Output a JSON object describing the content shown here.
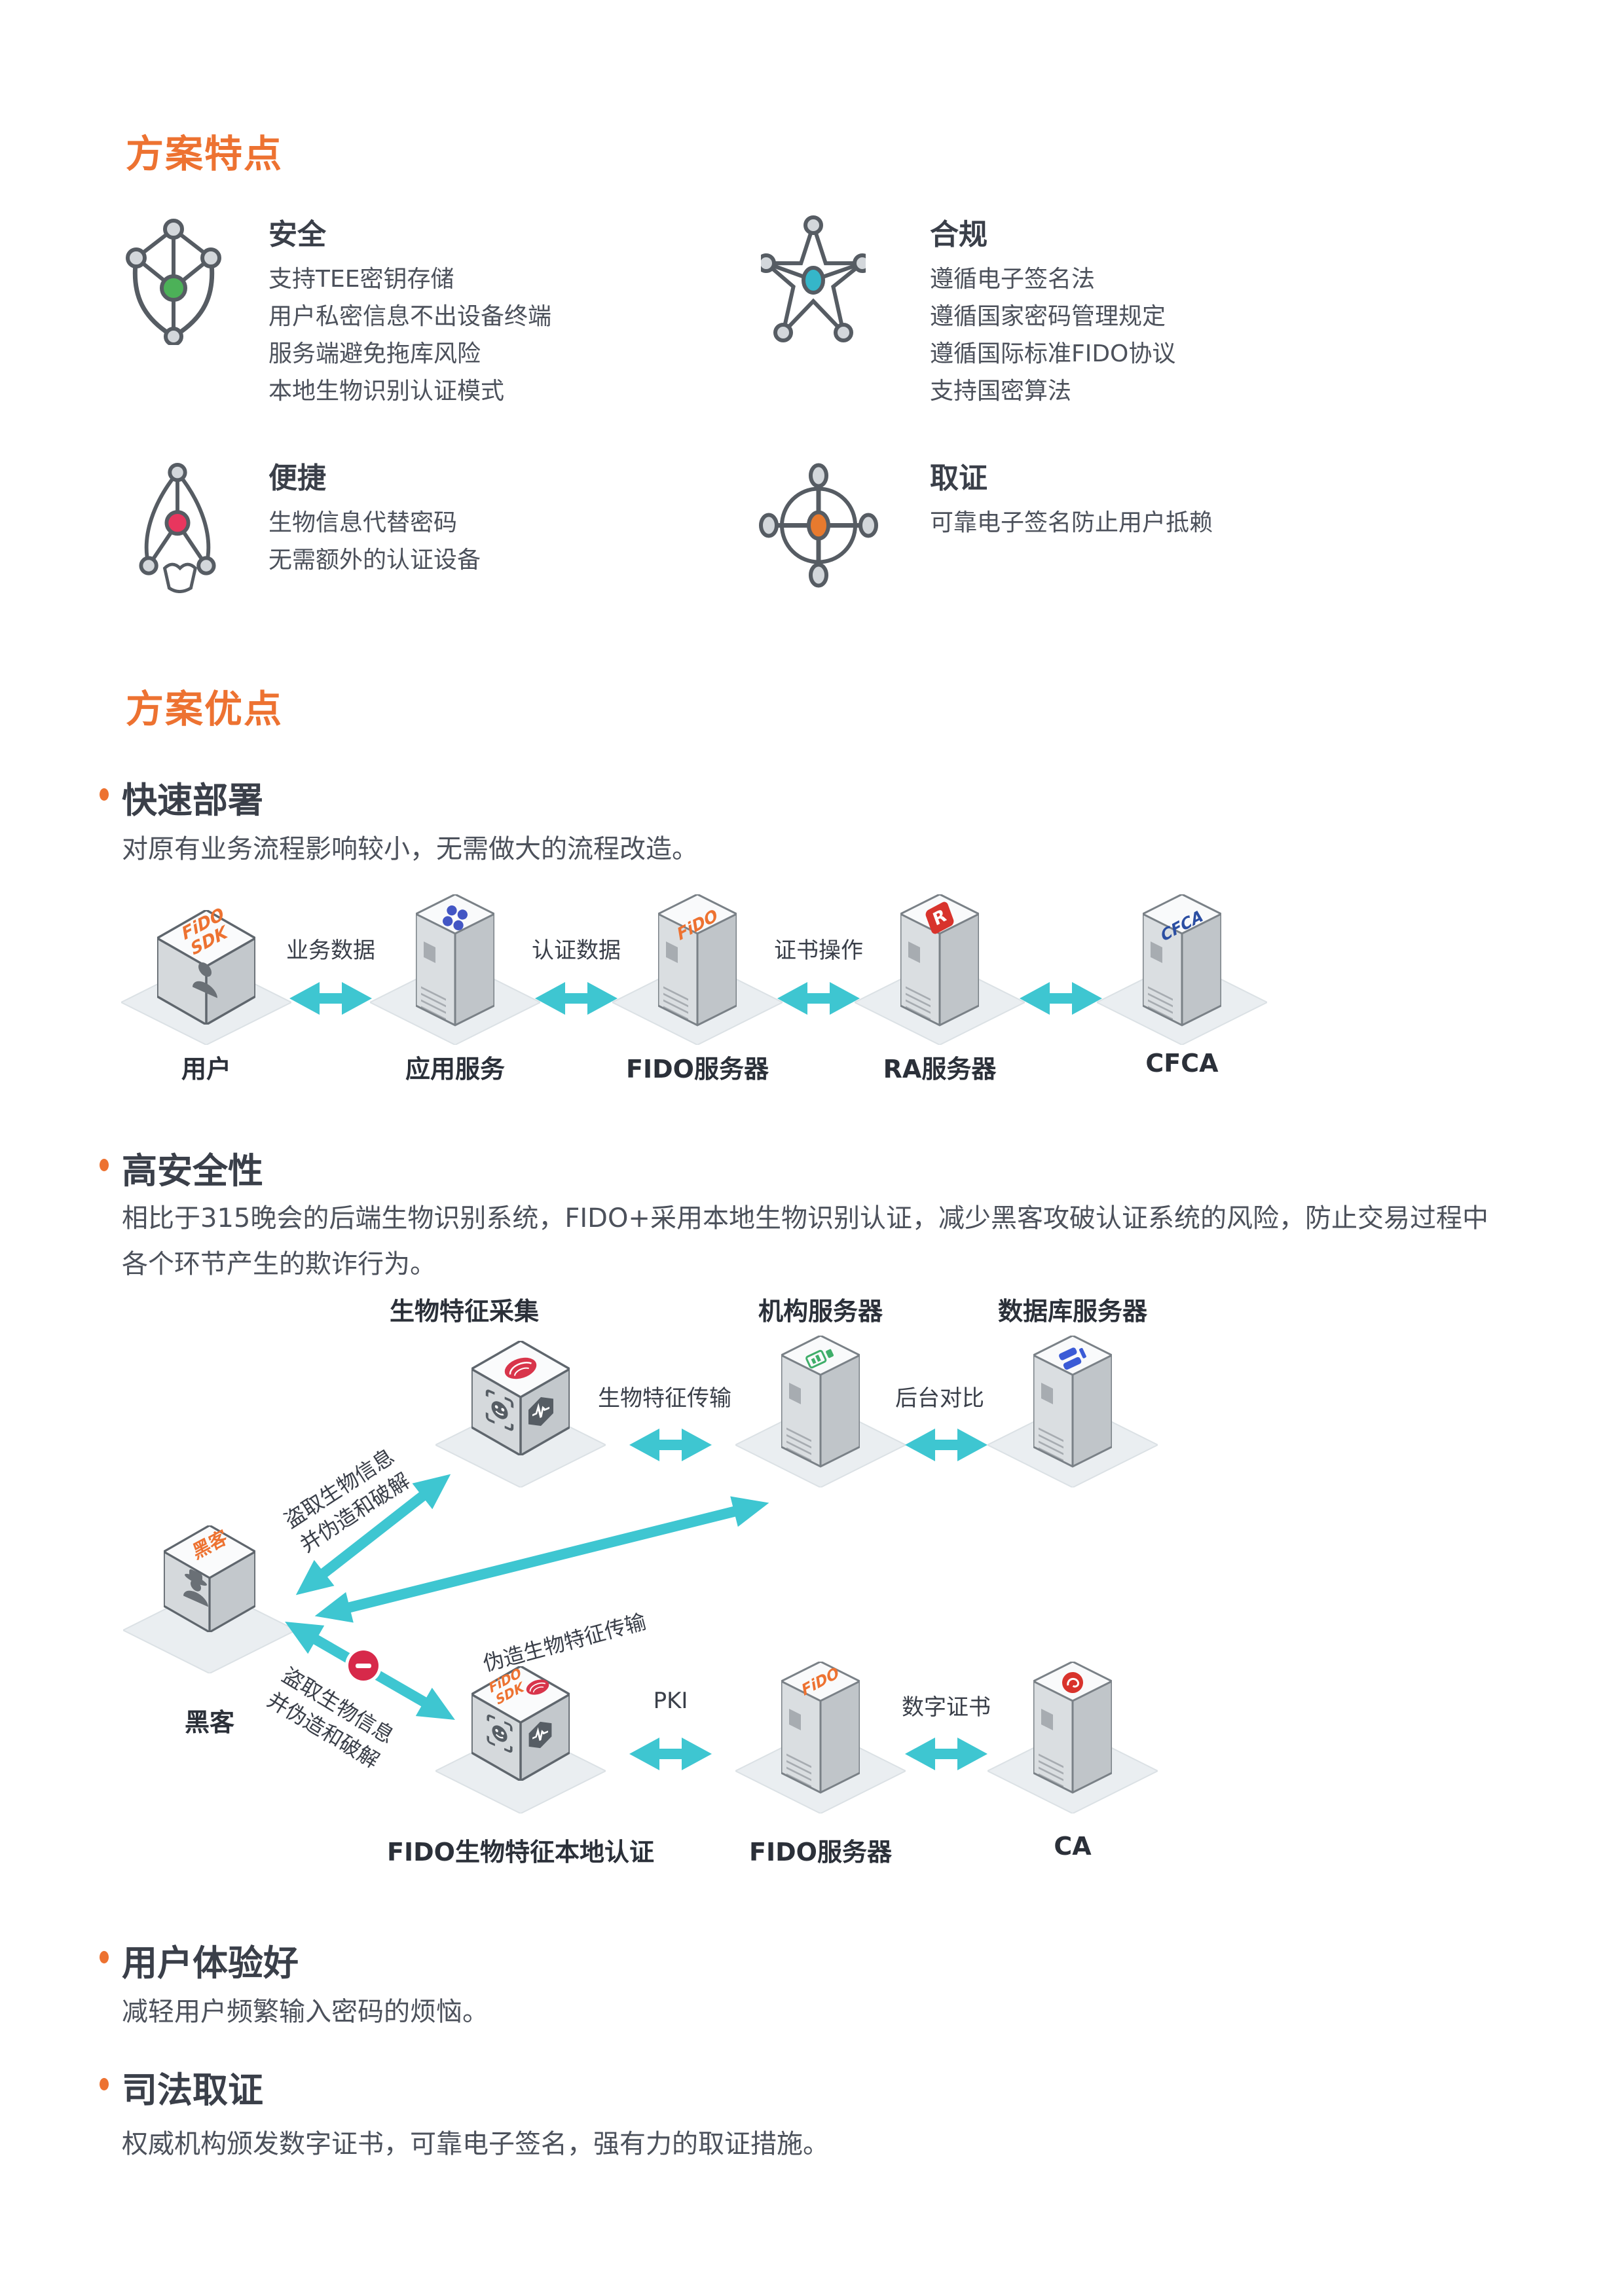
{
  "sections": {
    "features_title": "方案特点",
    "advantages_title": "方案优点"
  },
  "colors": {
    "accent_orange": "#ED7231",
    "arrow_teal": "#3EC6D1",
    "node_green": "#4CB158",
    "node_teal": "#35B6C9",
    "node_pink": "#E8365E",
    "node_orange": "#E87A2E",
    "prohibit_red": "#D7294A"
  },
  "features": [
    {
      "title": "安全",
      "icon": "shield-network-icon",
      "lines": [
        "支持TEE密钥存储",
        "用户私密信息不出设备终端",
        "服务端避免拖库风险",
        "本地生物识别认证模式"
      ]
    },
    {
      "title": "合规",
      "icon": "star-network-icon",
      "lines": [
        "遵循电子签名法",
        "遵循国家密码管理规定",
        "遵循国际标准FIDO协议",
        "支持国密算法"
      ]
    },
    {
      "title": "便捷",
      "icon": "swirl-network-icon",
      "lines": [
        "生物信息代替密码",
        "无需额外的认证设备"
      ]
    },
    {
      "title": "取证",
      "icon": "crosshair-network-icon",
      "lines": [
        "可靠电子签名防止用户抵赖"
      ]
    }
  ],
  "advantages": [
    {
      "title": "快速部署",
      "body": "对原有业务流程影响较小，无需做大的流程改造。"
    },
    {
      "title": "高安全性",
      "body_line1": "相比于315晚会的后端生物识别系统，FIDO+采用本地生物识别认证，减少黑客攻破认证系统的风险，防止交易过程中",
      "body_line2": "各个环节产生的欺诈行为。"
    },
    {
      "title": "用户体验好",
      "body": "减轻用户频繁输入密码的烦恼。"
    },
    {
      "title": "司法取证",
      "body": "权威机构颁发数字证书，可靠电子签名，强有力的取证措施。"
    }
  ],
  "diagram1": {
    "nodes": [
      {
        "label": "用户",
        "top_text": "FiDO\nSDK"
      },
      {
        "label": "应用服务"
      },
      {
        "label": "FIDO服务器",
        "top_text": "FiDO"
      },
      {
        "label": "RA服务器",
        "badge": "R"
      },
      {
        "label": "CFCA",
        "top_text": "CFCA"
      }
    ],
    "arrows": [
      "业务数据",
      "认证数据",
      "证书操作"
    ]
  },
  "diagram2": {
    "top_labels": [
      "生物特征采集",
      "机构服务器",
      "数据库服务器"
    ],
    "bottom_labels": [
      "FIDO生物特征本地认证",
      "FIDO服务器",
      "CA"
    ],
    "hacker_label": "黑客",
    "hacker_top_text": "黑客",
    "fido_sdk_text": "FiDO\nSDK",
    "fido_text": "FiDO",
    "arrow_bio": "生物特征传输",
    "arrow_compare": "后台对比",
    "arrow_pki": "PKI",
    "arrow_cert": "数字证书",
    "steal_line1": "盗取生物信息",
    "steal_line2": "并伪造和破解",
    "fake_label": "伪造生物特征传输"
  }
}
